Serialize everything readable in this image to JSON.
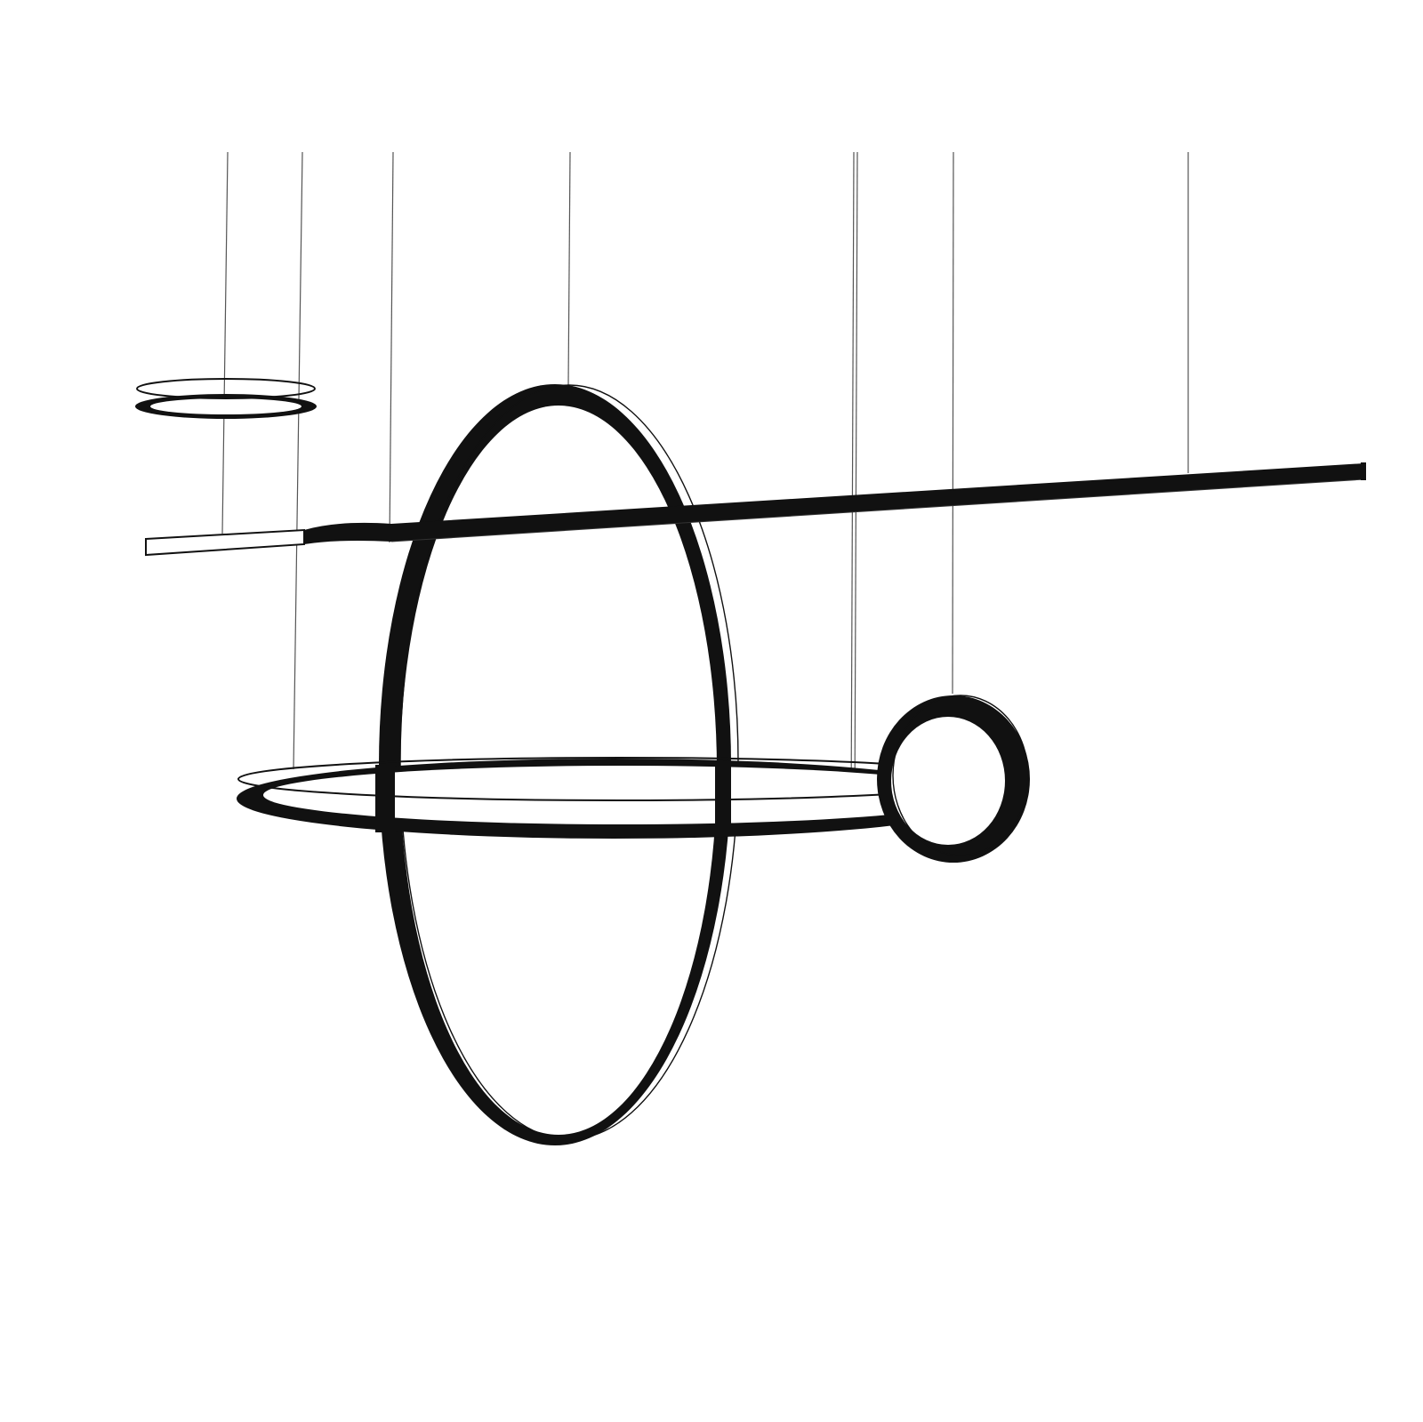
{
  "image": {
    "subject": "suspended-light-fixture",
    "background_color": "#ffffff",
    "fixture_color": "#111111",
    "light_face_color": "#ffffff",
    "wire_color": "#555555",
    "components": [
      "small-horizontal-ring",
      "large-vertical-ring",
      "large-horizontal-ring",
      "small-vertical-ring",
      "linear-bar"
    ],
    "suspension_wire_count": 8
  }
}
